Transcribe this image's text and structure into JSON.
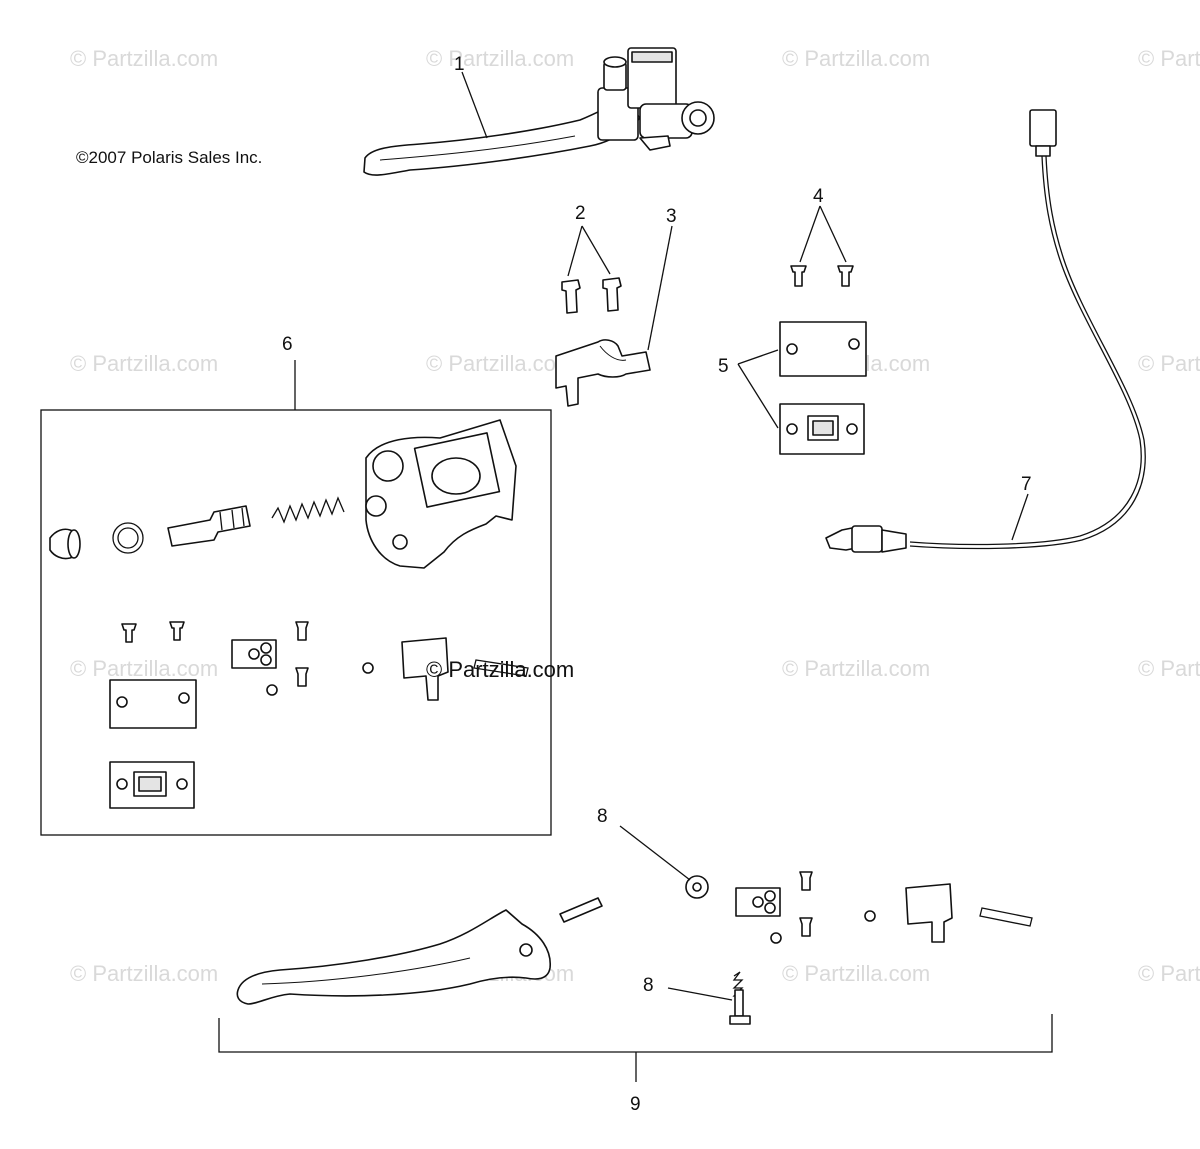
{
  "copyright": "©2007 Polaris Sales Inc.",
  "center_watermark": "© Partzilla.com",
  "watermark_text": "© Partzilla.com",
  "callouts": {
    "c1": "1",
    "c2": "2",
    "c3": "3",
    "c4": "4",
    "c5": "5",
    "c6": "6",
    "c7": "7",
    "c8a": "8",
    "c8b": "8",
    "c9": "9"
  }
}
